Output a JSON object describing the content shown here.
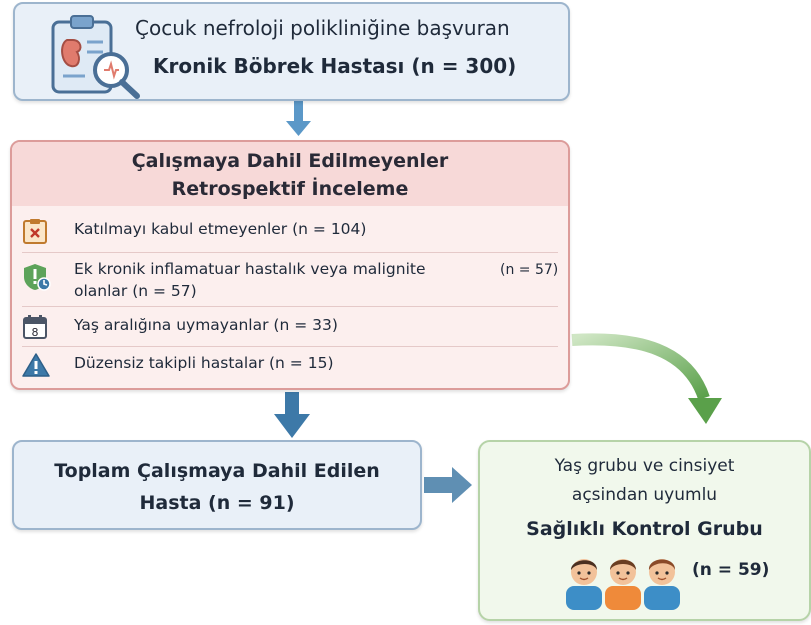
{
  "top": {
    "line1": "Çocuk nefroloji polikliniğine başvuran",
    "line2": "Kronik Böbrek Hastası (n = 300)"
  },
  "exclusion": {
    "title_line1": "Çalışmaya Dahil Edilmeyenler",
    "title_line2": "Retrospektif İnceleme",
    "items": [
      {
        "text": "Katılmayı kabul etmeyenler (n = 104)",
        "icon": "x-clipboard-icon"
      },
      {
        "text_line1": "Ek kronik inflamatuar hastalık veya malignite",
        "text_right": "(n = 57)",
        "text_line2": "olanlar (n = 57)",
        "icon": "shield-alert-icon"
      },
      {
        "text": "Yaş aralığına uymayanlar (n = 33)",
        "icon": "calendar-icon"
      },
      {
        "text": "Düzensiz takipli hastalar (n = 15)",
        "icon": "warning-icon"
      }
    ]
  },
  "total": {
    "line1": "Toplam Çalışmaya Dahil Edilen",
    "line2": "Hasta (n = 91)"
  },
  "control": {
    "line1": "Yaş grubu ve cinsiyet",
    "line2": "açsindan uyumlu",
    "line3": "Sağlıklı Kontrol Grubu",
    "count": "(n = 59)"
  },
  "colors": {
    "arrow_blue": "#3d79a8",
    "arrow_green": "#6faa5a",
    "box_blue_border": "#9db5cd",
    "box_red_border": "#dc9c9a",
    "box_green_border": "#b6d3a8"
  }
}
